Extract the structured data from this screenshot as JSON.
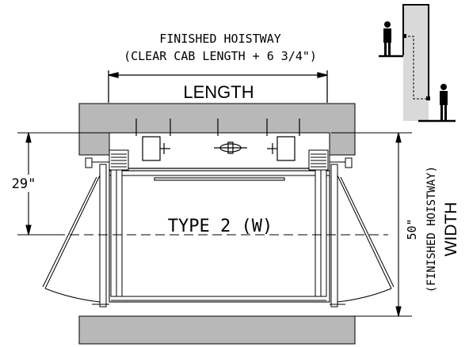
{
  "labels": {
    "top_line1": "FINISHED HOISTWAY",
    "top_line2": "(CLEAR CAB LENGTH + 6 3/4\")",
    "length": "LENGTH",
    "dim_29": "29\"",
    "type": "TYPE 2 (W)",
    "dim_50": "50\"",
    "finished_hoistway": "(FINISHED HOISTWAY)",
    "width": "WIDTH"
  },
  "colors": {
    "wall": "#b8b8b8",
    "line": "#000000",
    "inset_wall": "#d9d9d9"
  }
}
